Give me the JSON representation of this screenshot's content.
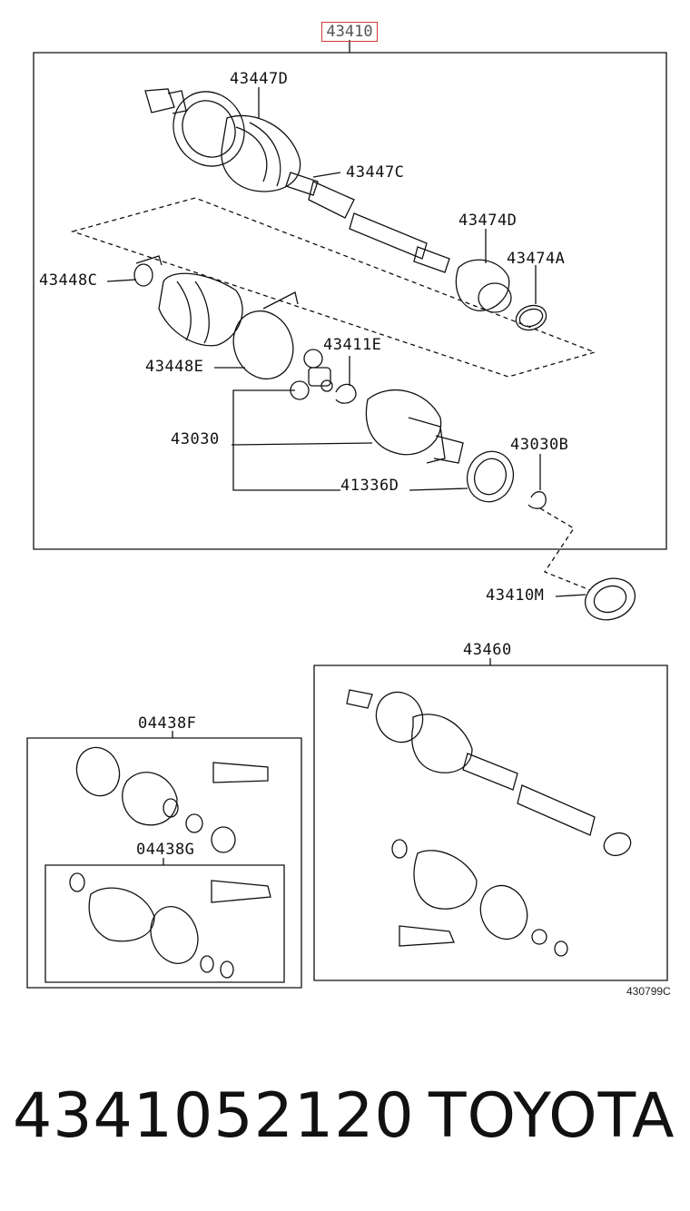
{
  "diagram": {
    "main_assembly_number": "43410",
    "diagram_code": "430799C",
    "part_labels": {
      "p43447D": "43447D",
      "p43447C": "43447C",
      "p43474D": "43474D",
      "p43474A": "43474A",
      "p43448C": "43448C",
      "p43448E": "43448E",
      "p43411E": "43411E",
      "p43030": "43030",
      "p43030B": "43030B",
      "p41336D": "41336D",
      "p43410M": "43410M",
      "p43460": "43460",
      "p04438F": "04438F",
      "p04438G": "04438G"
    }
  },
  "footer": {
    "part_number": "4341052120",
    "brand": "TOYOTA"
  }
}
